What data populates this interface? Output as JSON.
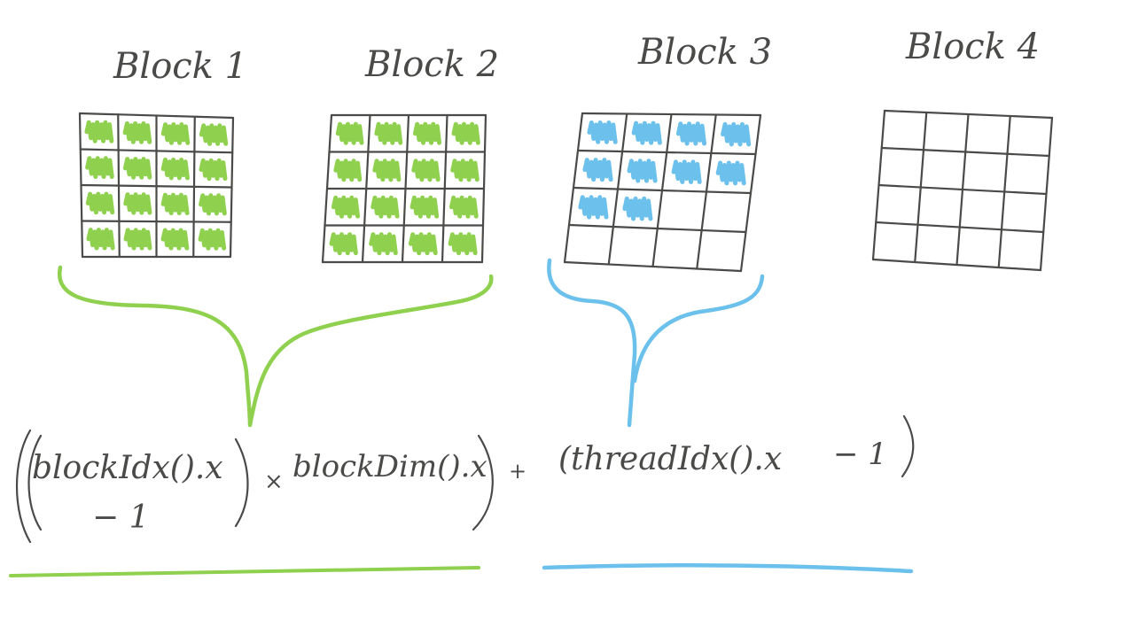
{
  "blocks": [
    {
      "label": "Block 1",
      "filled": 16,
      "color": "#8fd14f"
    },
    {
      "label": "Block 2",
      "filled": 16,
      "color": "#8fd14f"
    },
    {
      "label": "Block 3",
      "filled": 10,
      "color": "#6cc0ec"
    },
    {
      "label": "Block 4",
      "filled": 0,
      "color": "#6cc0ec"
    }
  ],
  "grid": {
    "rows": 4,
    "cols": 4
  },
  "formula": {
    "block_idx": "blockIdx().x",
    "minus_one_1": "− 1",
    "times": "×",
    "block_dim": "blockDim().x",
    "plus": "+",
    "thread_idx": "(threadIdx().x",
    "minus_one_2": "− 1",
    "close_paren": ")"
  },
  "colors": {
    "green": "#8fd14f",
    "blue": "#6cc0ec",
    "ink": "#4a4a48"
  }
}
